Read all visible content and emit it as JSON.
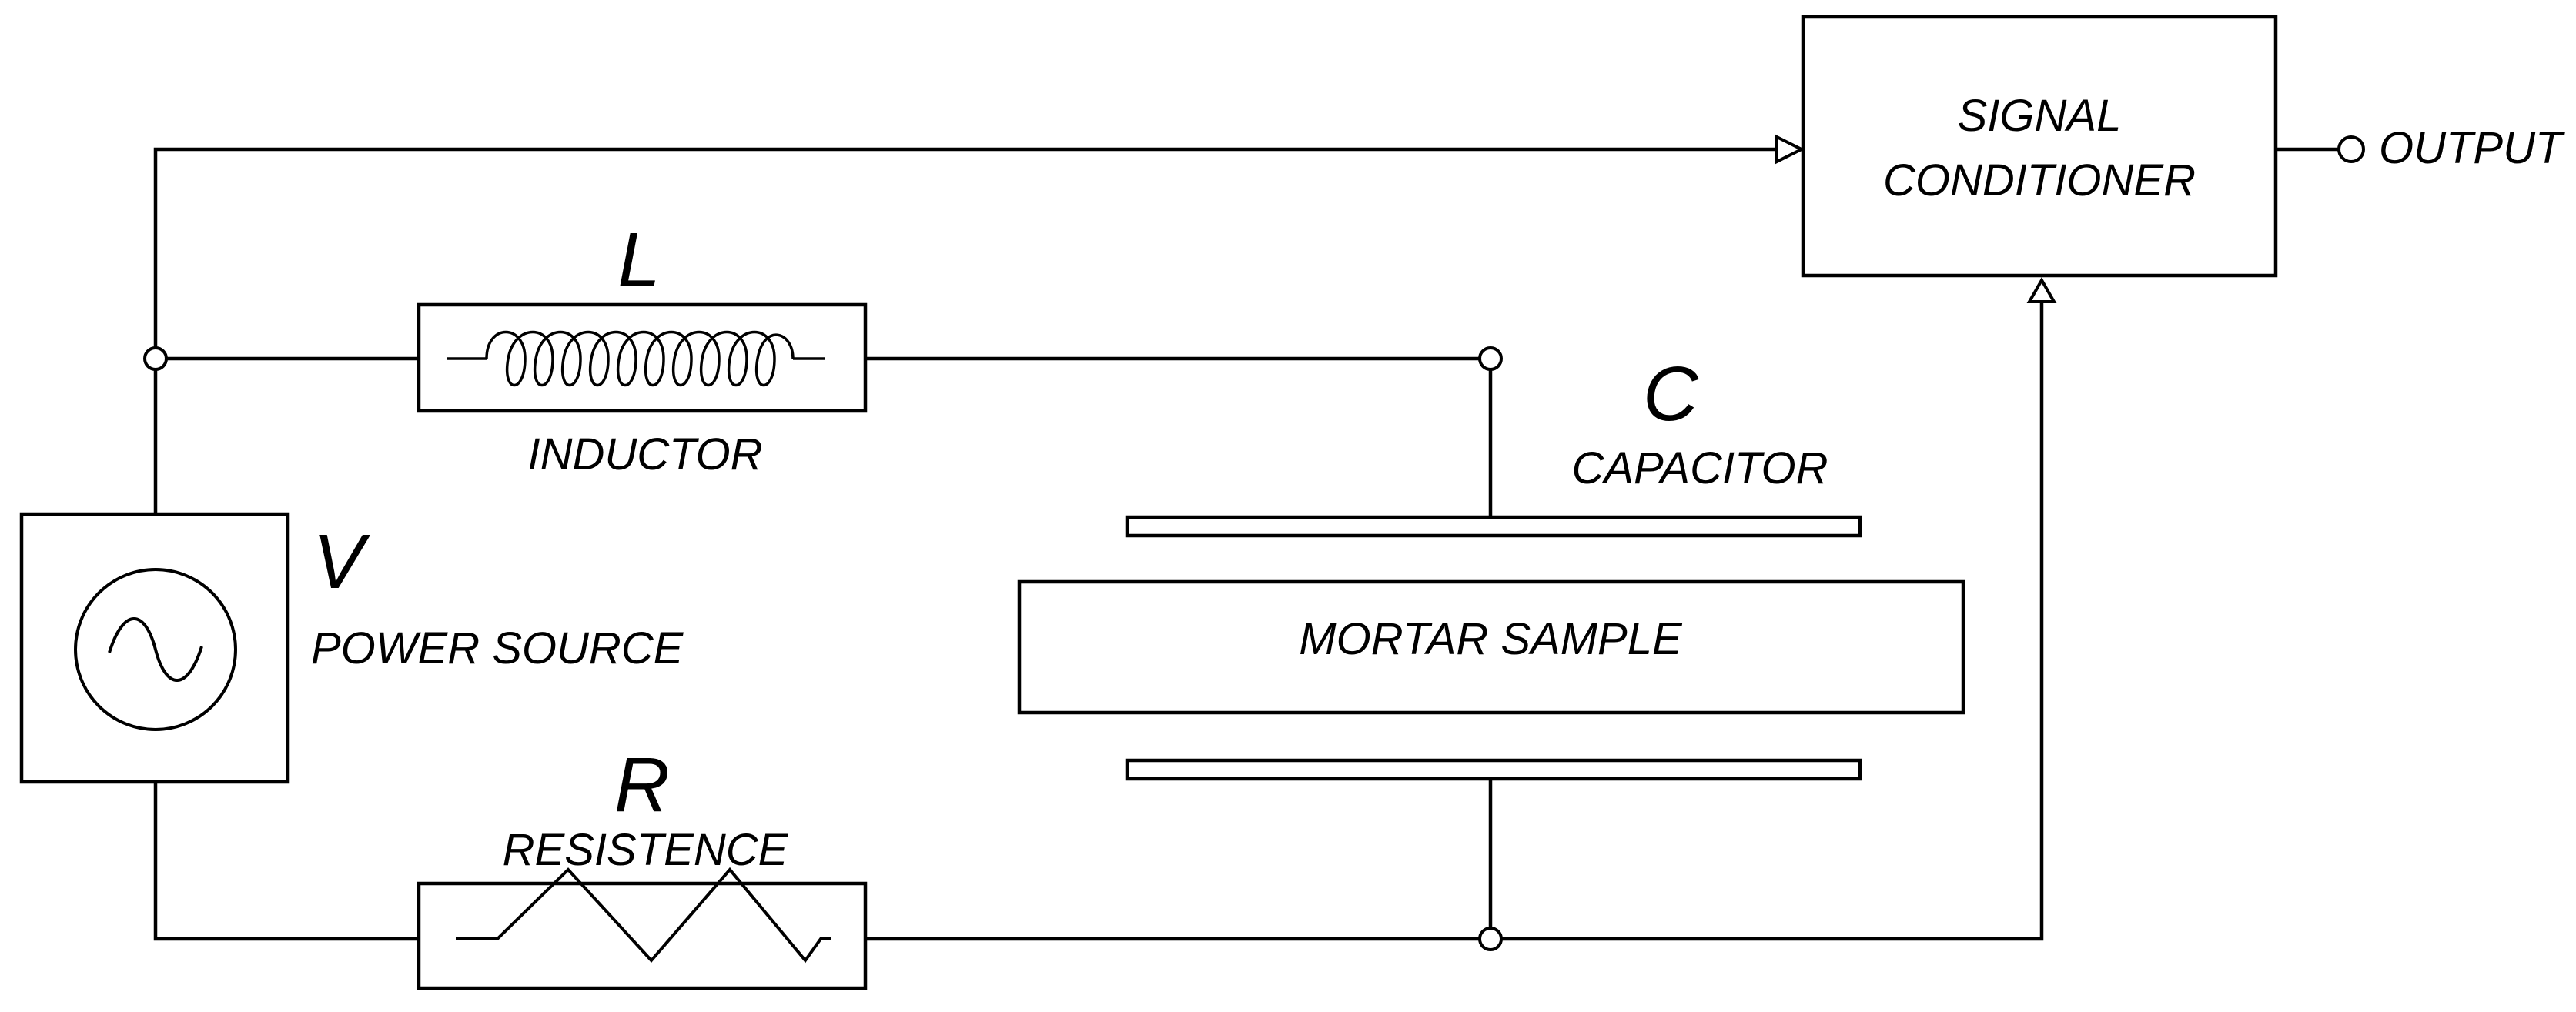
{
  "components": {
    "inductor": {
      "symbol": "L",
      "label": "INDUCTOR"
    },
    "capacitor": {
      "symbol": "C",
      "label": "CAPACITOR"
    },
    "source": {
      "symbol": "V",
      "label": "POWER SOURCE"
    },
    "resistor": {
      "symbol": "R",
      "label": "RESISTENCE"
    },
    "sample": {
      "label": "MORTAR SAMPLE"
    },
    "conditioner": {
      "line1": "SIGNAL",
      "line2": "CONDITIONER"
    },
    "output": {
      "label": "OUTPUT"
    }
  },
  "colors": {
    "line": "#000000",
    "background": "#ffffff"
  }
}
